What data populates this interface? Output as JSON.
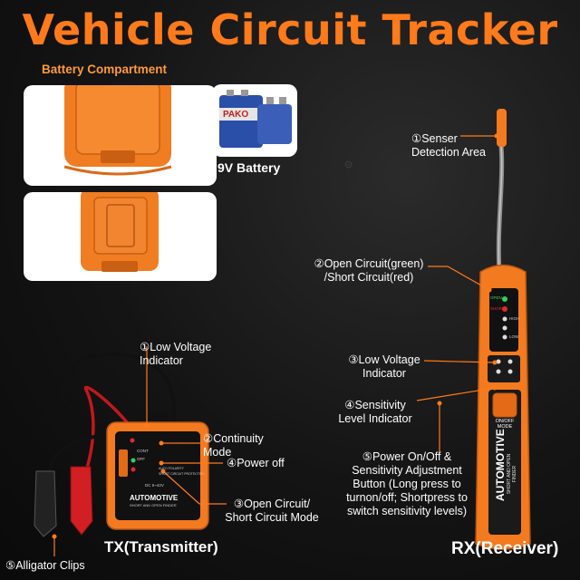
{
  "title": "Vehicle Circuit Tracker",
  "battery": {
    "compartment_label": "Battery Compartment",
    "battery_label": "9V Battery",
    "brand": "PAKO"
  },
  "receiver": {
    "sensor_label": "①Senser\nDetection Area",
    "open_short_label": "②Open Circuit(green)\n/Short Circuit(red)",
    "low_voltage_label": "③Low Voltage\nIndicator",
    "sensitivity_label": "④Sensitivity\nLevel Indicator",
    "power_label": "⑤Power On/Off &\nSensitivity Adjustment\nButton (Long press to\nturnon/off; Shortpress to\nswitch sensitivity levels)",
    "name": "RX(Receiver)",
    "device_text": "AUTOMOTIVE",
    "device_subtext": "SHORT AND OPEN FINDER",
    "button_text": "ON/OFF\nMODE",
    "ind_open": "OPEN",
    "ind_short": "SHORT",
    "ind_high": "HIGH",
    "ind_low": "LOW"
  },
  "transmitter": {
    "low_voltage_label": "①Low Voltage\nIndicator",
    "continuity_label": "②Continuity\nMode",
    "power_off_label": "④Power off",
    "open_short_label": "③Open Circuit/\nShort Circuit Mode",
    "clips_label": "⑤Alligator Clips",
    "name": "TX(Transmitter)",
    "device_text": "AUTOMOTIVE",
    "device_subtext": "SHORT AND OPEN FINDER",
    "voltage": "DC 6~42V",
    "mode_cont": "CONT",
    "mode_off": "OFF",
    "mode_polarity": "AUTO POLARITY",
    "mode_short": "SHORT CIRCUIT PROTECTED"
  },
  "colors": {
    "accent": "#ff7a1a",
    "device_orange": "#f47a1f",
    "indicator_green": "#33d05a",
    "indicator_red": "#e02a2a"
  }
}
